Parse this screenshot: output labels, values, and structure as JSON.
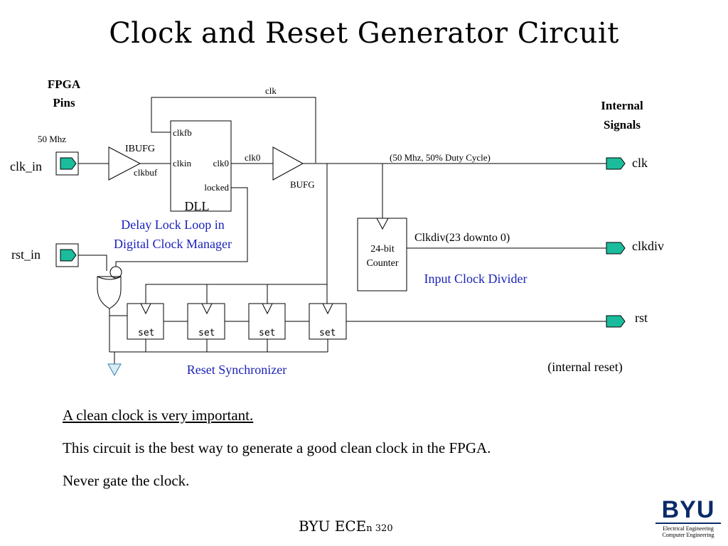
{
  "title": "Clock and Reset Generator Circuit",
  "colors": {
    "pin_fill": "#1abc9c",
    "annotation_blue": "#1a22b8",
    "logo_navy": "#0b2a6a"
  },
  "left_header": {
    "line1": "FPGA",
    "line2": "Pins"
  },
  "right_header": {
    "line1": "Internal",
    "line2": "Signals"
  },
  "inputs": {
    "freq": "50 Mhz",
    "clk_in": "clk_in",
    "rst_in": "rst_in"
  },
  "ibufg": {
    "label": "IBUFG",
    "out": "clkbuf"
  },
  "dll": {
    "clkfb": "clkfb",
    "clkin": "clkin",
    "clk0": "clk0",
    "locked": "locked",
    "name": "DLL",
    "caption1": "Delay Lock Loop in",
    "caption2": "Digital Clock Manager"
  },
  "bufg": {
    "net": "clk0",
    "label": "BUFG"
  },
  "feedback_net": "clk",
  "clk_out": {
    "note": "(50 Mhz, 50% Duty Cycle)",
    "name": "clk"
  },
  "counter": {
    "line1": "24-bit",
    "line2": "Counter",
    "bus": "Clkdiv(23 downto 0)",
    "caption": "Input Clock Divider"
  },
  "clkdiv_out": "clkdiv",
  "sync": {
    "ff_label": "set",
    "caption": "Reset Synchronizer"
  },
  "rst_out": {
    "name": "rst",
    "note": "(internal reset)"
  },
  "bullets": [
    "A clean clock is very important.",
    "This circuit is the best way to generate a good clean clock in the FPGA.",
    "Never gate the clock."
  ],
  "footer": {
    "main": "BYU  ECE",
    "small": "n  320"
  },
  "logo": {
    "name": "BYU",
    "line1": "Electrical Engineering",
    "line2": "Computer Engineering"
  }
}
